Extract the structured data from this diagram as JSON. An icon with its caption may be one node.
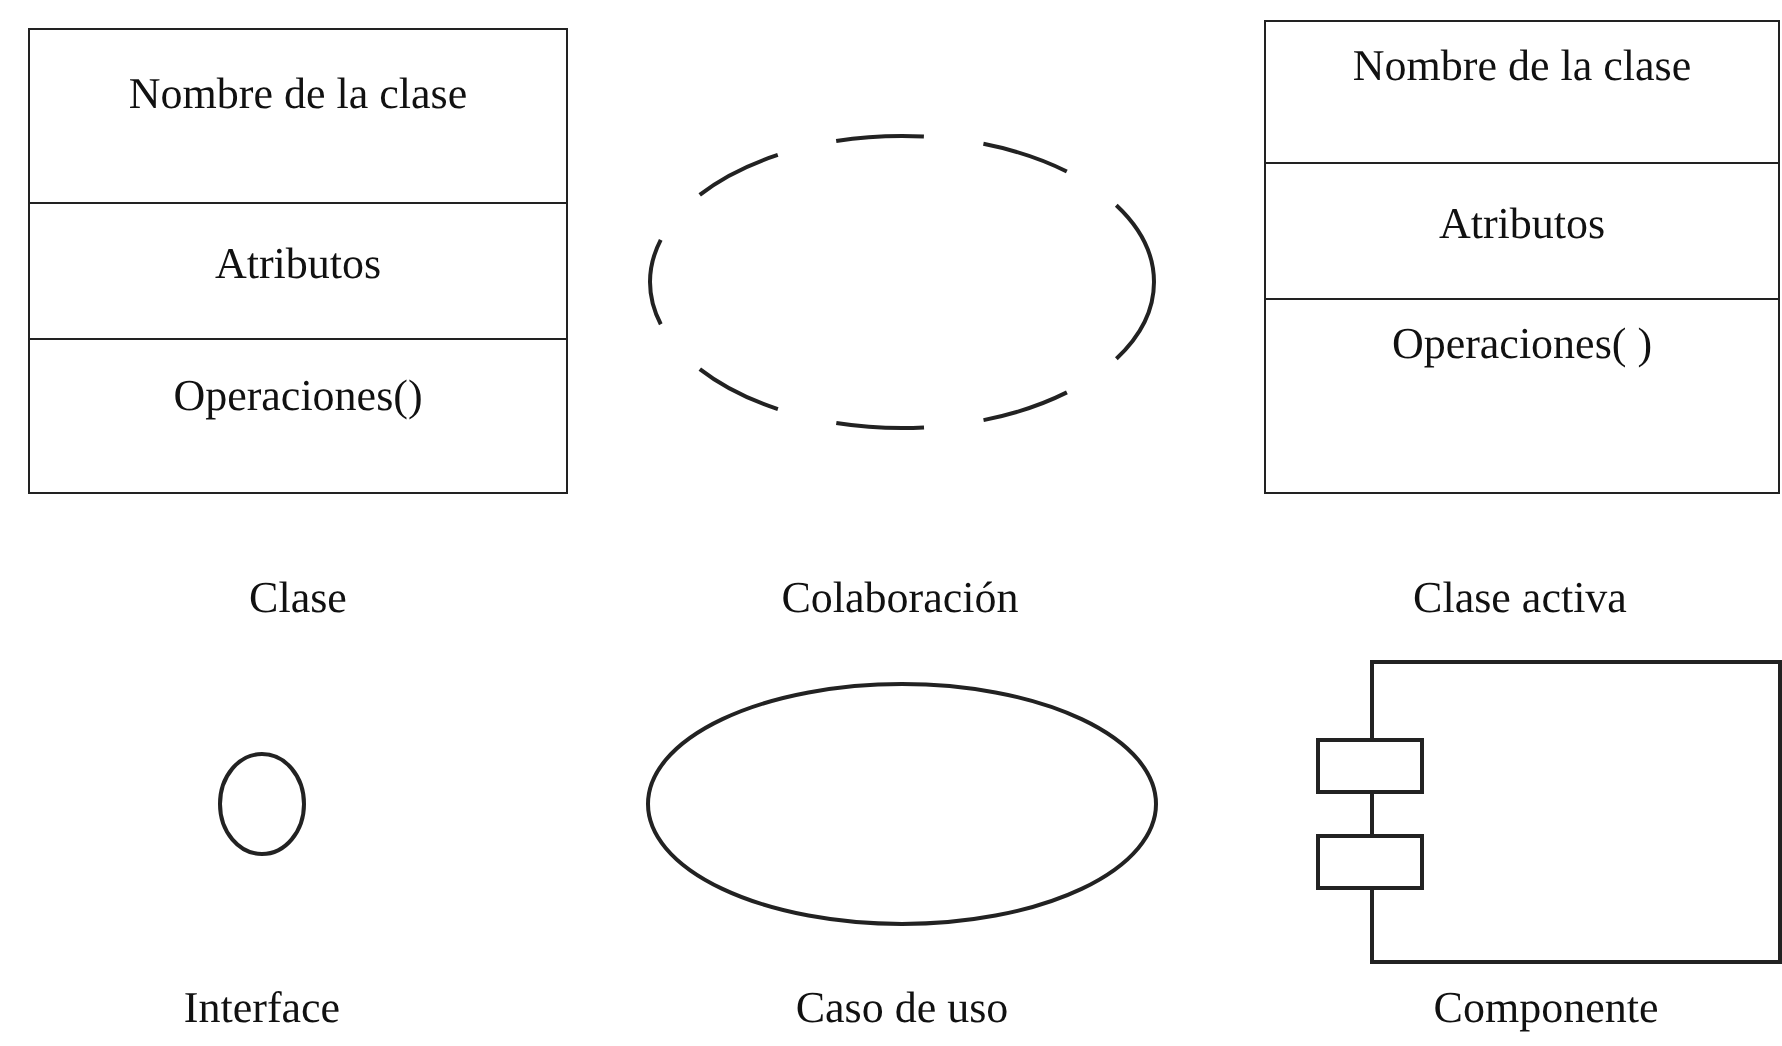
{
  "diagram": {
    "nodes": [
      {
        "text": [
          "Nombre de la clase",
          "Atributos",
          "Operaciones()"
        ]
      },
      {
        "text": [],
        "shape": "ellipse"
      },
      {
        "text": [
          "Nombre de la clase",
          "Atributos",
          "Operaciones( )"
        ]
      },
      {
        "text": [],
        "shape": "circle"
      },
      {
        "text": [],
        "shape": "ellipse"
      },
      {
        "text": [],
        "shape": "box"
      }
    ],
    "edges": [],
    "labels": [
      "Clase",
      "Colaboración",
      "Clase activa",
      "Interface",
      "Caso de uso",
      "Componente"
    ]
  }
}
